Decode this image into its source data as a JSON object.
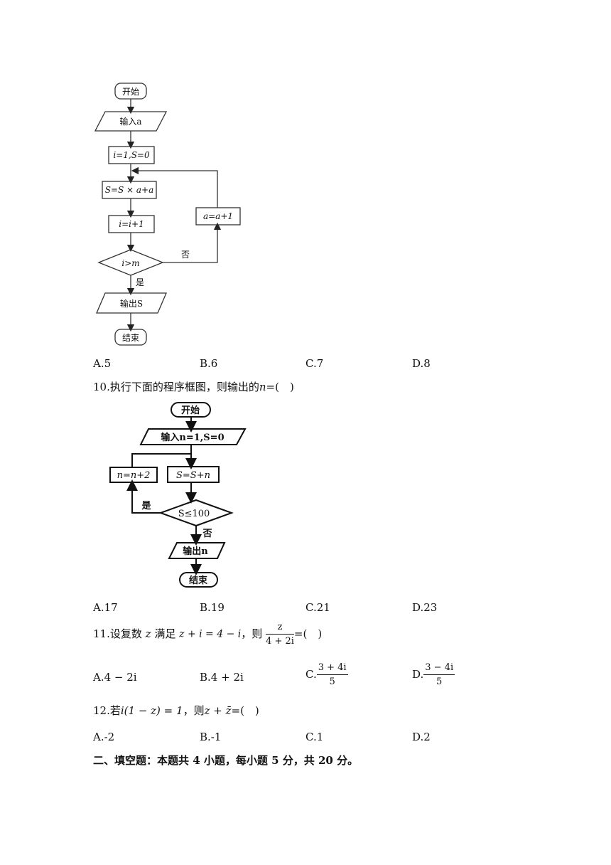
{
  "flowchart1": {
    "start": "开始",
    "input": "输入a",
    "init": "i=1,S=0",
    "step1": "S=S × a+a",
    "step2": "i=i+1",
    "cond": "i>m",
    "no": "否",
    "yes": "是",
    "update": "a=a+1",
    "output": "输出S",
    "end": "结束"
  },
  "q9": {
    "options": [
      "A.5",
      "B.6",
      "C.7",
      "D.8"
    ]
  },
  "q10": {
    "stem": "10.执行下面的程序框图，则输出的",
    "stem_math": "n",
    "stem_tail": "=( )",
    "flowchart": {
      "start": "开始",
      "input": "输入n=1,S=0",
      "step": "S=S+n",
      "update": "n=n+2",
      "cond": "S≤100",
      "yes": "是",
      "no": "否",
      "output": "输出n",
      "end": "结束"
    },
    "options": [
      "A.17",
      "B.19",
      "C.21",
      "D.23"
    ]
  },
  "q11": {
    "stem_prefix": "11.设复数",
    "var": "z",
    "stem_mid": "满足",
    "equation": "z + i = 4 − i",
    "stem_then": "，则",
    "frac_num": "z",
    "frac_den": "4 + 2i",
    "stem_tail": "=( )",
    "optA_label": "A.",
    "optA": "4 − 2i",
    "optB_label": "B.",
    "optB": "4 + 2i",
    "optC_label": "C.",
    "optC_num": "3 + 4i",
    "optC_den": "5",
    "optD_label": "D.",
    "optD_num": "3 − 4i",
    "optD_den": "5"
  },
  "q12": {
    "stem_prefix": "12.若",
    "equation": "i(1 − z) = 1",
    "stem_then": "，则",
    "expr": "z + z̄",
    "stem_tail": "=( )",
    "options": [
      "A.-2",
      "B.-1",
      "C.1",
      "D.2"
    ]
  },
  "section2": {
    "heading": "二、填空题：本题共 4 小题，每小题 5 分，共 20 分。"
  }
}
